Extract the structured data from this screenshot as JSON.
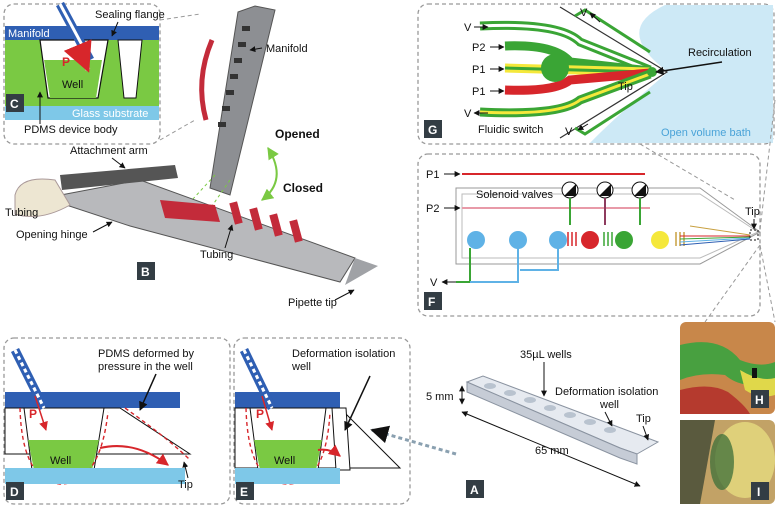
{
  "panels": {
    "A": {
      "tag": "A",
      "wells": "35µL wells",
      "height": "5 mm",
      "length": "65 mm",
      "isolation_line1": "Deformation isolation",
      "isolation_line2": "well",
      "tip": "Tip"
    },
    "B": {
      "tag": "B",
      "manifold": "Manifold",
      "opened": "Opened",
      "closed": "Closed",
      "attachment_arm": "Attachment arm",
      "tubing_left": "Tubing",
      "opening_hinge": "Opening hinge",
      "tubing_mid": "Tubing",
      "pipette_tip": "Pipette tip"
    },
    "C": {
      "tag": "C",
      "manifold": "Manifold",
      "sealing_flange": "Sealing flange",
      "p": "P",
      "well": "Well",
      "glass": "Glass substrate",
      "pdms": "PDMS device body"
    },
    "D": {
      "tag": "D",
      "pdms_line1": "PDMS deformed by",
      "pdms_line2": "pressure in the well",
      "p": "P",
      "well": "Well",
      "tip": "Tip"
    },
    "E": {
      "tag": "E",
      "deform_line1": "Deformation isolation",
      "deform_line2": "well",
      "p": "P",
      "well": "Well"
    },
    "F": {
      "tag": "F",
      "p1": "P1",
      "p2": "P2",
      "valves": "Solenoid valves",
      "v": "V",
      "tip": "Tip"
    },
    "G": {
      "tag": "G",
      "v_top": "V",
      "v_top2": "V",
      "p2": "P2",
      "p1a": "P1",
      "p1b": "P1",
      "v_bottom": "V",
      "v_bottom2": "V",
      "recirculation": "Recirculation",
      "tip": "Tip",
      "fluidic_switch": "Fluidic switch",
      "bath": "Open volume bath"
    },
    "H": {
      "tag": "H"
    },
    "I": {
      "tag": "I"
    }
  },
  "colors": {
    "manifold_blue": "#2f5fb3",
    "well_green": "#7ac943",
    "glass_blue": "#7ec8e8",
    "tag_bg": "#333d44",
    "bath_blue": "#cde9f6",
    "p_arrow": "#e89aa8",
    "red": "#d7262b",
    "yellow": "#f5e83b",
    "green": "#3aa535"
  }
}
